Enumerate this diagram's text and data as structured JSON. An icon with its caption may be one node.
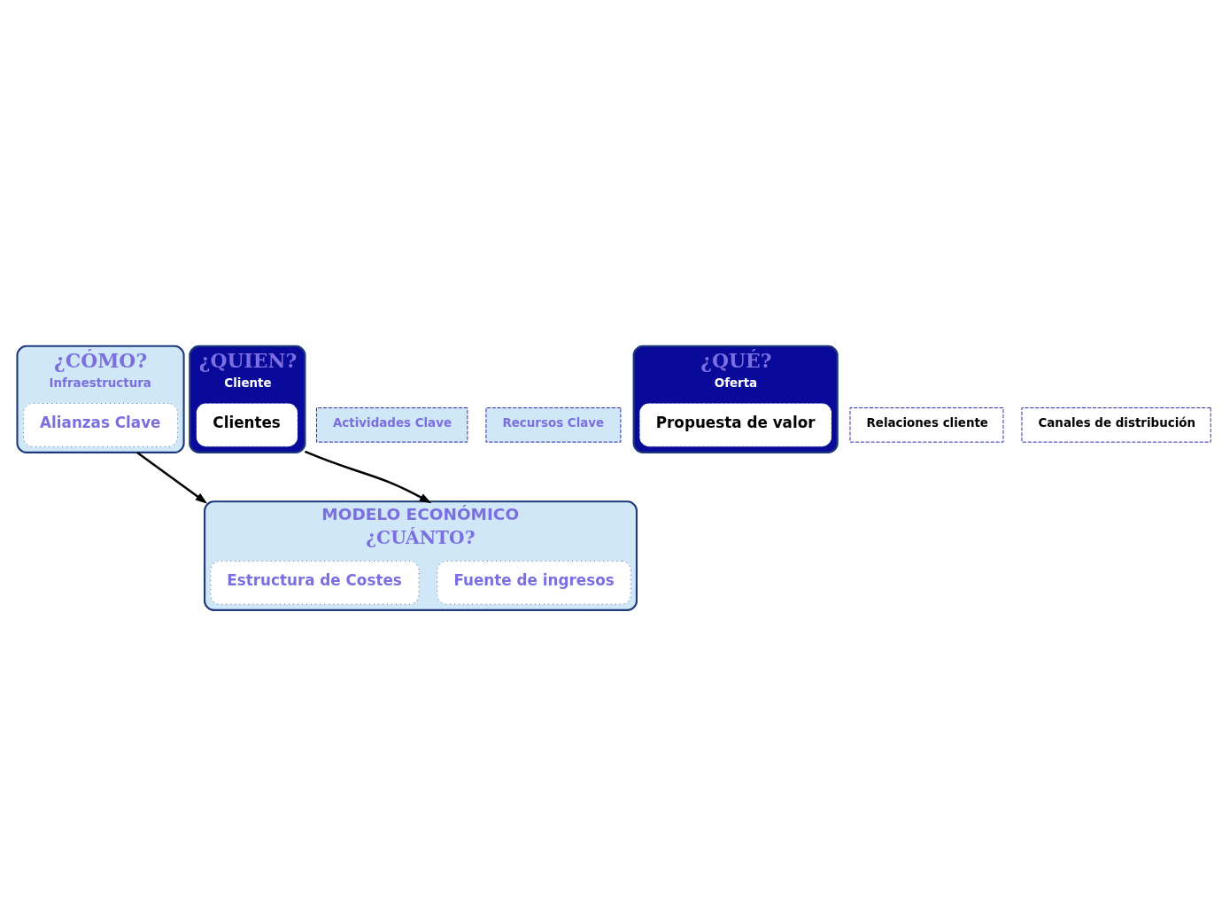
{
  "diagram": {
    "nodes": [
      {
        "text": [
          "¿CÓMO?",
          "Infraestructura"
        ]
      },
      {
        "text": [
          "Alianzas Clave"
        ],
        "in": 0
      },
      {
        "text": [
          "Actividades Clave"
        ]
      },
      {
        "text": [
          "Recursos Clave"
        ]
      },
      {
        "text": [
          "¿QUÉ?",
          "Oferta"
        ]
      },
      {
        "text": [
          "Propuesta de valor"
        ],
        "in": 4
      },
      {
        "text": [
          "Relaciones cliente"
        ]
      },
      {
        "text": [
          "Canales de distribución"
        ]
      },
      {
        "text": [
          "¿QUIEN?",
          "Cliente"
        ]
      },
      {
        "text": [
          "Clientes"
        ],
        "in": 8
      },
      {
        "text": [
          "MODELO ECONÓMICO",
          "¿CUÁNTO?"
        ]
      },
      {
        "text": [
          "Estructura de Costes"
        ],
        "in": 10
      },
      {
        "text": [
          "Fuente de ingresos"
        ],
        "in": 10
      }
    ],
    "edges": [
      {
        "from": 0,
        "to": 10,
        "arrow": "to"
      },
      {
        "from": 8,
        "to": 10,
        "arrow": "to"
      }
    ]
  }
}
